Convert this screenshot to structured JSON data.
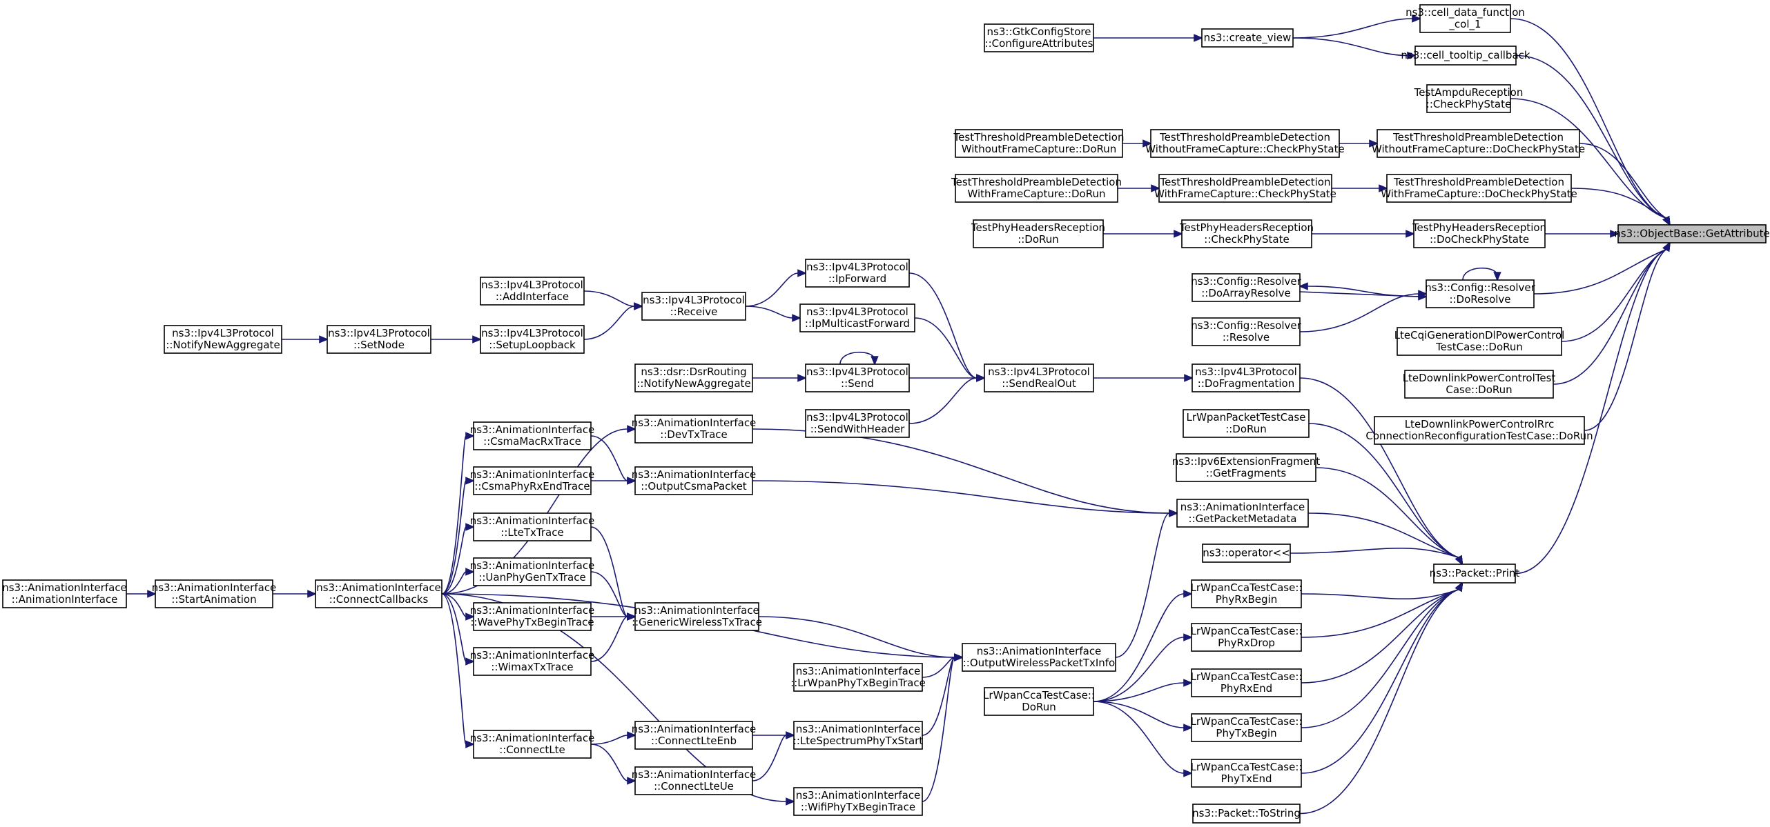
{
  "graph": {
    "nodes": [
      {
        "id": "getattr",
        "lines": [
          "ns3::ObjectBase::GetAttribute"
        ],
        "root": true
      },
      {
        "id": "celldata",
        "lines": [
          "ns3::cell_data_function",
          "_col_1"
        ]
      },
      {
        "id": "celltooltip",
        "lines": [
          "ns3::cell_tooltip_callback"
        ]
      },
      {
        "id": "createview",
        "lines": [
          "ns3::create_view"
        ]
      },
      {
        "id": "gtkconfig",
        "lines": [
          "ns3::GtkConfigStore",
          "::ConfigureAttributes"
        ]
      },
      {
        "id": "ampdu",
        "lines": [
          "TestAmpduReception",
          "::CheckPhyState"
        ]
      },
      {
        "id": "tpdwo_docheck",
        "lines": [
          "TestThresholdPreambleDetection",
          "WithoutFrameCapture::DoCheckPhyState"
        ]
      },
      {
        "id": "tpdwo_check",
        "lines": [
          "TestThresholdPreambleDetection",
          "WithoutFrameCapture::CheckPhyState"
        ]
      },
      {
        "id": "tpdwo_dorun",
        "lines": [
          "TestThresholdPreambleDetection",
          "WithoutFrameCapture::DoRun"
        ]
      },
      {
        "id": "tpdw_docheck",
        "lines": [
          "TestThresholdPreambleDetection",
          "WithFrameCapture::DoCheckPhyState"
        ]
      },
      {
        "id": "tpdw_check",
        "lines": [
          "TestThresholdPreambleDetection",
          "WithFrameCapture::CheckPhyState"
        ]
      },
      {
        "id": "tpdw_dorun",
        "lines": [
          "TestThresholdPreambleDetection",
          "WithFrameCapture::DoRun"
        ]
      },
      {
        "id": "phh_docheck",
        "lines": [
          "TestPhyHeadersReception",
          "::DoCheckPhyState"
        ]
      },
      {
        "id": "phh_check",
        "lines": [
          "TestPhyHeadersReception",
          "::CheckPhyState"
        ]
      },
      {
        "id": "phh_dorun",
        "lines": [
          "TestPhyHeadersReception",
          "::DoRun"
        ]
      },
      {
        "id": "doresolve",
        "lines": [
          "ns3::Config::Resolver",
          "::DoResolve"
        ]
      },
      {
        "id": "doarrayresolve",
        "lines": [
          "ns3::Config::Resolver",
          "::DoArrayResolve"
        ]
      },
      {
        "id": "resolve",
        "lines": [
          "ns3::Config::Resolver",
          "::Resolve"
        ]
      },
      {
        "id": "ltecqi",
        "lines": [
          "LteCqiGenerationDlPowerControl",
          "TestCase::DoRun"
        ]
      },
      {
        "id": "ltedlpc",
        "lines": [
          "LteDownlinkPowerControlTest",
          "Case::DoRun"
        ]
      },
      {
        "id": "ltedlpcrrc",
        "lines": [
          "LteDownlinkPowerControlRrc",
          "ConnectionReconfigurationTestCase::DoRun"
        ]
      },
      {
        "id": "print",
        "lines": [
          "ns3::Packet::Print"
        ]
      },
      {
        "id": "dofrag",
        "lines": [
          "ns3::Ipv4L3Protocol",
          "::DoFragmentation"
        ]
      },
      {
        "id": "sendrealout",
        "lines": [
          "ns3::Ipv4L3Protocol",
          "::SendRealOut"
        ]
      },
      {
        "id": "ipforward",
        "lines": [
          "ns3::Ipv4L3Protocol",
          "::IpForward"
        ]
      },
      {
        "id": "ipmcforward",
        "lines": [
          "ns3::Ipv4L3Protocol",
          "::IpMulticastForward"
        ]
      },
      {
        "id": "send",
        "lines": [
          "ns3::Ipv4L3Protocol",
          "::Send"
        ]
      },
      {
        "id": "sendwithheader",
        "lines": [
          "ns3::Ipv4L3Protocol",
          "::SendWithHeader"
        ]
      },
      {
        "id": "receive",
        "lines": [
          "ns3::Ipv4L3Protocol",
          "::Receive"
        ]
      },
      {
        "id": "addinterface",
        "lines": [
          "ns3::Ipv4L3Protocol",
          "::AddInterface"
        ]
      },
      {
        "id": "setuploopback",
        "lines": [
          "ns3::Ipv4L3Protocol",
          "::SetupLoopback"
        ]
      },
      {
        "id": "setnode",
        "lines": [
          "ns3::Ipv4L3Protocol",
          "::SetNode"
        ]
      },
      {
        "id": "notifynewagg",
        "lines": [
          "ns3::Ipv4L3Protocol",
          "::NotifyNewAggregate"
        ]
      },
      {
        "id": "dsr",
        "lines": [
          "ns3::dsr::DsrRouting",
          "::NotifyNewAggregate"
        ]
      },
      {
        "id": "lrwpanpkt",
        "lines": [
          "LrWpanPacketTestCase",
          "::DoRun"
        ]
      },
      {
        "id": "ipv6frag",
        "lines": [
          "ns3::Ipv6ExtensionFragment",
          "::GetFragments"
        ]
      },
      {
        "id": "getpktmeta",
        "lines": [
          "ns3::AnimationInterface",
          "::GetPacketMetadata"
        ]
      },
      {
        "id": "operator",
        "lines": [
          "ns3::operator<<"
        ]
      },
      {
        "id": "phyrxbegin",
        "lines": [
          "LrWpanCcaTestCase::",
          "PhyRxBegin"
        ]
      },
      {
        "id": "phyrxdrop",
        "lines": [
          "LrWpanCcaTestCase::",
          "PhyRxDrop"
        ]
      },
      {
        "id": "phyrxend",
        "lines": [
          "LrWpanCcaTestCase::",
          "PhyRxEnd"
        ]
      },
      {
        "id": "phytxbegin",
        "lines": [
          "LrWpanCcaTestCase::",
          "PhyTxBegin"
        ]
      },
      {
        "id": "phytxend",
        "lines": [
          "LrWpanCcaTestCase::",
          "PhyTxEnd"
        ]
      },
      {
        "id": "tostring",
        "lines": [
          "ns3::Packet::ToString"
        ]
      },
      {
        "id": "ccadorun",
        "lines": [
          "LrWpanCcaTestCase::",
          "DoRun"
        ]
      },
      {
        "id": "outwireless",
        "lines": [
          "ns3::AnimationInterface",
          "::OutputWirelessPacketTxInfo"
        ]
      },
      {
        "id": "devtxtrace",
        "lines": [
          "ns3::AnimationInterface",
          "::DevTxTrace"
        ]
      },
      {
        "id": "outcsma",
        "lines": [
          "ns3::AnimationInterface",
          "::OutputCsmaPacket"
        ]
      },
      {
        "id": "csmamacrx",
        "lines": [
          "ns3::AnimationInterface",
          "::CsmaMacRxTrace"
        ]
      },
      {
        "id": "csmaphyrx",
        "lines": [
          "ns3::AnimationInterface",
          "::CsmaPhyRxEndTrace"
        ]
      },
      {
        "id": "ltetx",
        "lines": [
          "ns3::AnimationInterface",
          "::LteTxTrace"
        ]
      },
      {
        "id": "uanphy",
        "lines": [
          "ns3::AnimationInterface",
          "::UanPhyGenTxTrace"
        ]
      },
      {
        "id": "wavephy",
        "lines": [
          "ns3::AnimationInterface",
          "::WavePhyTxBeginTrace"
        ]
      },
      {
        "id": "wimax",
        "lines": [
          "ns3::AnimationInterface",
          "::WimaxTxTrace"
        ]
      },
      {
        "id": "genericwl",
        "lines": [
          "ns3::AnimationInterface",
          "::GenericWirelessTxTrace"
        ]
      },
      {
        "id": "lrwpanphy",
        "lines": [
          "ns3::AnimationInterface",
          "::LrWpanPhyTxBeginTrace"
        ]
      },
      {
        "id": "ltespectrum",
        "lines": [
          "ns3::AnimationInterface",
          "::LteSpectrumPhyTxStart"
        ]
      },
      {
        "id": "wifiphy",
        "lines": [
          "ns3::AnimationInterface",
          "::WifiPhyTxBeginTrace"
        ]
      },
      {
        "id": "connectlteenb",
        "lines": [
          "ns3::AnimationInterface",
          "::ConnectLteEnb"
        ]
      },
      {
        "id": "connectlteue",
        "lines": [
          "ns3::AnimationInterface",
          "::ConnectLteUe"
        ]
      },
      {
        "id": "connectlte",
        "lines": [
          "ns3::AnimationInterface",
          "::ConnectLte"
        ]
      },
      {
        "id": "connectcb",
        "lines": [
          "ns3::AnimationInterface",
          "::ConnectCallbacks"
        ]
      },
      {
        "id": "startanim",
        "lines": [
          "ns3::AnimationInterface",
          "::StartAnimation"
        ]
      },
      {
        "id": "animiface",
        "lines": [
          "ns3::AnimationInterface",
          "::AnimationInterface"
        ]
      }
    ],
    "edges": [
      {
        "from": "celldata",
        "to": "getattr"
      },
      {
        "from": "celltooltip",
        "to": "getattr"
      },
      {
        "from": "ampdu",
        "to": "getattr"
      },
      {
        "from": "tpdwo_docheck",
        "to": "getattr"
      },
      {
        "from": "tpdw_docheck",
        "to": "getattr"
      },
      {
        "from": "phh_docheck",
        "to": "getattr"
      },
      {
        "from": "doresolve",
        "to": "getattr"
      },
      {
        "from": "ltecqi",
        "to": "getattr"
      },
      {
        "from": "ltedlpc",
        "to": "getattr"
      },
      {
        "from": "ltedlpcrrc",
        "to": "getattr"
      },
      {
        "from": "print",
        "to": "getattr"
      },
      {
        "from": "createview",
        "to": "celldata"
      },
      {
        "from": "createview",
        "to": "celltooltip"
      },
      {
        "from": "gtkconfig",
        "to": "createview"
      },
      {
        "from": "tpdwo_check",
        "to": "tpdwo_docheck"
      },
      {
        "from": "tpdwo_dorun",
        "to": "tpdwo_check"
      },
      {
        "from": "tpdw_check",
        "to": "tpdw_docheck"
      },
      {
        "from": "tpdw_dorun",
        "to": "tpdw_check"
      },
      {
        "from": "phh_check",
        "to": "phh_docheck"
      },
      {
        "from": "phh_dorun",
        "to": "phh_check"
      },
      {
        "from": "doresolve",
        "to": "doresolve"
      },
      {
        "from": "doresolve",
        "to": "doarrayresolve"
      },
      {
        "from": "doarrayresolve",
        "to": "doresolve"
      },
      {
        "from": "resolve",
        "to": "doresolve"
      },
      {
        "from": "dofrag",
        "to": "print"
      },
      {
        "from": "lrwpanpkt",
        "to": "print"
      },
      {
        "from": "ipv6frag",
        "to": "print"
      },
      {
        "from": "getpktmeta",
        "to": "print"
      },
      {
        "from": "operator",
        "to": "print"
      },
      {
        "from": "phyrxbegin",
        "to": "print"
      },
      {
        "from": "phyrxdrop",
        "to": "print"
      },
      {
        "from": "phyrxend",
        "to": "print"
      },
      {
        "from": "phytxbegin",
        "to": "print"
      },
      {
        "from": "phytxend",
        "to": "print"
      },
      {
        "from": "tostring",
        "to": "print"
      },
      {
        "from": "sendrealout",
        "to": "dofrag"
      },
      {
        "from": "ipforward",
        "to": "sendrealout"
      },
      {
        "from": "ipmcforward",
        "to": "sendrealout"
      },
      {
        "from": "send",
        "to": "sendrealout"
      },
      {
        "from": "sendwithheader",
        "to": "sendrealout"
      },
      {
        "from": "send",
        "to": "send"
      },
      {
        "from": "receive",
        "to": "ipforward"
      },
      {
        "from": "receive",
        "to": "ipmcforward"
      },
      {
        "from": "addinterface",
        "to": "receive"
      },
      {
        "from": "setuploopback",
        "to": "receive"
      },
      {
        "from": "setnode",
        "to": "setuploopback"
      },
      {
        "from": "notifynewagg",
        "to": "setnode"
      },
      {
        "from": "dsr",
        "to": "send"
      },
      {
        "from": "devtxtrace",
        "to": "getpktmeta"
      },
      {
        "from": "outcsma",
        "to": "getpktmeta"
      },
      {
        "from": "outwireless",
        "to": "getpktmeta"
      },
      {
        "from": "ccadorun",
        "to": "phyrxbegin"
      },
      {
        "from": "ccadorun",
        "to": "phyrxdrop"
      },
      {
        "from": "ccadorun",
        "to": "phyrxend"
      },
      {
        "from": "ccadorun",
        "to": "phytxbegin"
      },
      {
        "from": "ccadorun",
        "to": "phytxend"
      },
      {
        "from": "genericwl",
        "to": "outwireless"
      },
      {
        "from": "connectcb",
        "to": "outwireless"
      },
      {
        "from": "lrwpanphy",
        "to": "outwireless"
      },
      {
        "from": "ltespectrum",
        "to": "outwireless"
      },
      {
        "from": "wifiphy",
        "to": "outwireless"
      },
      {
        "from": "csmamacrx",
        "to": "outcsma"
      },
      {
        "from": "csmaphyrx",
        "to": "outcsma"
      },
      {
        "from": "ltetx",
        "to": "genericwl"
      },
      {
        "from": "uanphy",
        "to": "genericwl"
      },
      {
        "from": "wavephy",
        "to": "genericwl"
      },
      {
        "from": "wimax",
        "to": "genericwl"
      },
      {
        "from": "connectlteenb",
        "to": "ltespectrum"
      },
      {
        "from": "connectlteue",
        "to": "ltespectrum"
      },
      {
        "from": "connectlte",
        "to": "connectlteenb"
      },
      {
        "from": "connectlte",
        "to": "connectlteue"
      },
      {
        "from": "connectcb",
        "to": "devtxtrace"
      },
      {
        "from": "connectcb",
        "to": "csmamacrx"
      },
      {
        "from": "connectcb",
        "to": "csmaphyrx"
      },
      {
        "from": "connectcb",
        "to": "ltetx"
      },
      {
        "from": "connectcb",
        "to": "uanphy"
      },
      {
        "from": "connectcb",
        "to": "wavephy"
      },
      {
        "from": "connectcb",
        "to": "wimax"
      },
      {
        "from": "connectcb",
        "to": "connectlte"
      },
      {
        "from": "connectcb",
        "to": "wifiphy"
      },
      {
        "from": "startanim",
        "to": "connectcb"
      },
      {
        "from": "animiface",
        "to": "startanim"
      }
    ]
  }
}
